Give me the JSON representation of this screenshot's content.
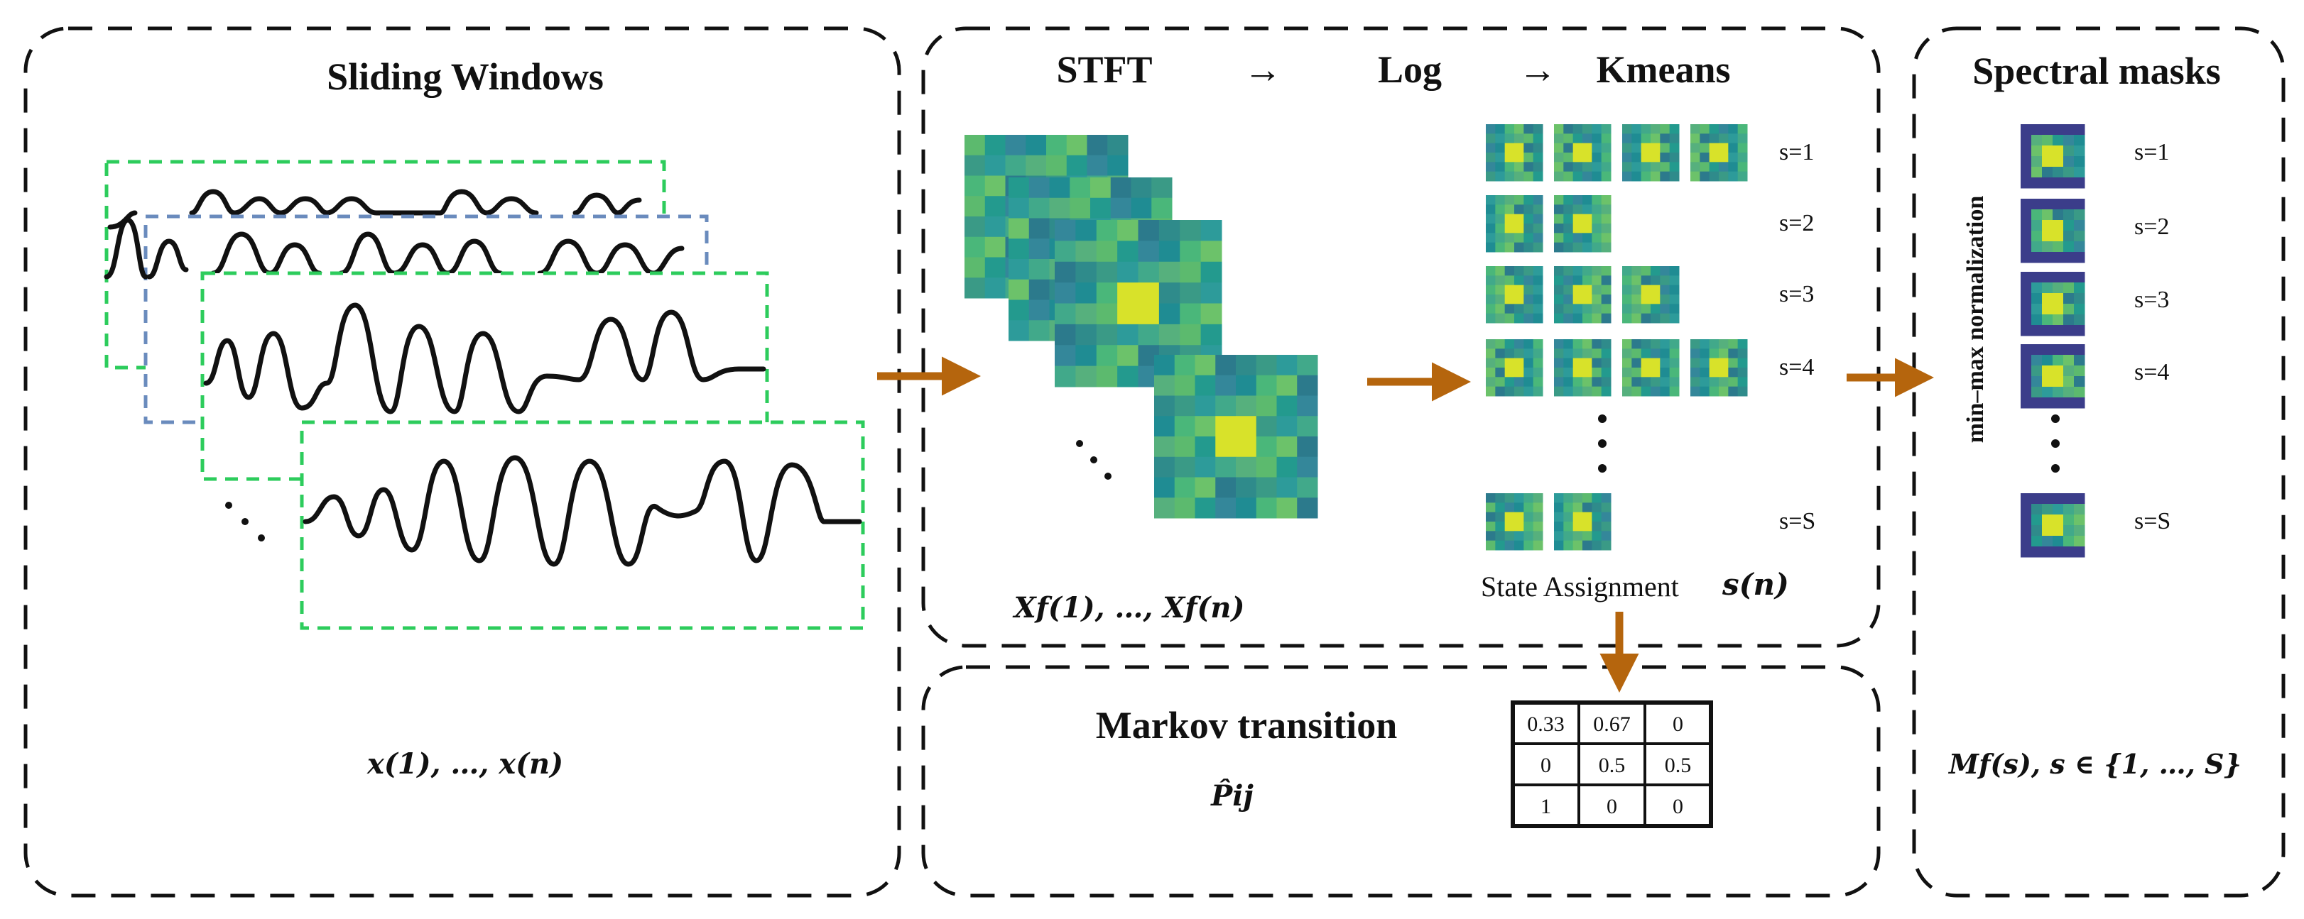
{
  "colors": {
    "arrow": "#b5650d",
    "window_green": "#2dcc5c",
    "window_blue": "#6a8bbd",
    "panel_border": "#111111"
  },
  "sliding": {
    "title": "Sliding Windows",
    "label_prefix": "x",
    "label_text": "x(1), …, x(n)"
  },
  "stft": {
    "pipeline": [
      "STFT",
      "→",
      "Log",
      "→",
      "Kmeans"
    ],
    "label": "Xf(1), …, Xf(n)"
  },
  "kmeans": {
    "rows": [
      {
        "label": "s=1",
        "count": 4
      },
      {
        "label": "s=2",
        "count": 2
      },
      {
        "label": "s=3",
        "count": 3
      },
      {
        "label": "s=4",
        "count": 4
      },
      {
        "label": "s=S",
        "count": 2
      }
    ],
    "assignment_label": "State Assignment",
    "assignment_var": "s(n)"
  },
  "markov": {
    "title": "Markov transition",
    "symbol": "P̂ij",
    "matrix": [
      [
        "0.33",
        "0.67",
        "0"
      ],
      [
        "0",
        "0.5",
        "0.5"
      ],
      [
        "1",
        "0",
        "0"
      ]
    ]
  },
  "masks": {
    "title": "Spectral masks",
    "normalization_label": "min–max normalization",
    "rows": [
      "s=1",
      "s=2",
      "s=3",
      "s=4",
      "s=S"
    ],
    "formula": "Mf(s), s ∈ {1, …, S}"
  }
}
